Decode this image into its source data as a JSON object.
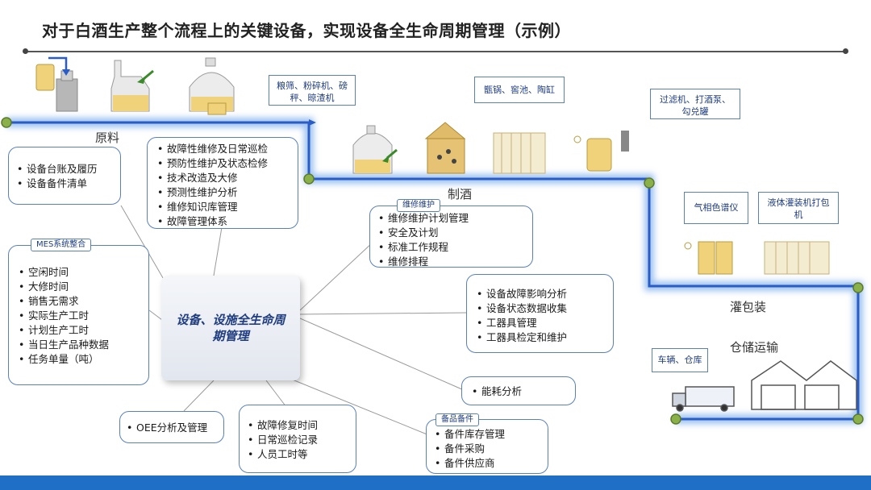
{
  "title": "对于白酒生产整个流程上的关键设备，实现设备全生命周期管理（示例）",
  "stages": {
    "raw": "原料",
    "brew": "制酒",
    "fill": "灌包装",
    "store": "仓储运输"
  },
  "callouts": {
    "raw_equipment": "粮筛、粉碎机、磅秤、晾渣机",
    "brew_equipment": "甑锅、窖池、陶缸",
    "filter_equipment": "过滤机、打酒泵、勾兑罐",
    "gc": "气相色谱仪",
    "filling": "液体灌装机打包机",
    "vehicle": "车辆、仓库"
  },
  "center": "设备、设施全生命周期管理",
  "boxes": {
    "ledger": [
      "设备台账及履历",
      "设备备件清单"
    ],
    "repair": [
      "故障性维修及日常巡检",
      "预防性维护及状态检修",
      "技术改造及大修",
      "预测性维护分析",
      "维修知识库管理",
      "故障管理体系"
    ],
    "maint_tag": "维修维护",
    "maint": [
      "维修维护计划管理",
      "安全及计划",
      "标准工作规程",
      "维修排程"
    ],
    "mes_tag": "MES系统整合",
    "mes": [
      "空闲时间",
      "大修时间",
      "销售无需求",
      "实际生产工时",
      "计划生产工时",
      "当日生产品种数据",
      "任务单量（吨）"
    ],
    "fault": [
      "设备故障影响分析",
      "设备状态数据收集",
      "工器具管理",
      "工器具检定和维护"
    ],
    "energy": [
      "能耗分析"
    ],
    "oee": [
      "OEE分析及管理"
    ],
    "repairtime": [
      "故障修复时间",
      "日常巡检记录",
      "人员工时等"
    ],
    "spare_tag": "备品备件",
    "spare": [
      "备件库存管理",
      "备件采购",
      "备件供应商"
    ]
  },
  "colors": {
    "flow_line": "#2a5cc8",
    "flow_glow": "#9fc2f0",
    "node": "#8ab04a",
    "box_border": "#5a80b8",
    "footer": "#1f6fc6"
  }
}
